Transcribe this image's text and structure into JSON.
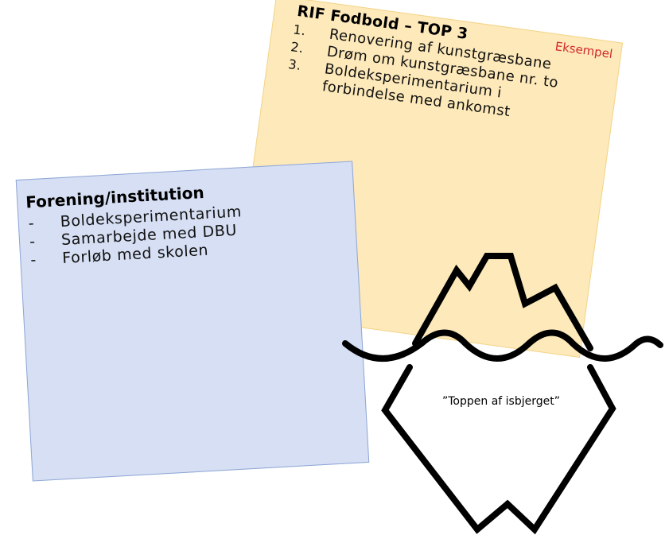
{
  "example_note": {
    "tag": "Eksempel",
    "title": "RIF Fodbold – TOP 3",
    "items": [
      {
        "num": "1.",
        "text": "Renovering af kunstgræsbane"
      },
      {
        "num": "2.",
        "text": "Drøm om kunstgræsbane nr. to"
      },
      {
        "num": "3.",
        "text": "Boldeksperimentarium i forbindelse med ankomst"
      }
    ]
  },
  "org_note": {
    "title": "Forening/institution",
    "items": [
      {
        "bullet": "-",
        "text": "Boldeksperimentarium"
      },
      {
        "bullet": "-",
        "text": "Samarbejde med DBU"
      },
      {
        "bullet": "-",
        "text": "Forløb med skolen"
      }
    ]
  },
  "iceberg": {
    "caption": "”Toppen af isbjerget”"
  },
  "colors": {
    "yellow_note": "#fde9b9",
    "blue_note": "#d6dff3",
    "tag_red": "#d22b2b",
    "line": "#000000"
  }
}
